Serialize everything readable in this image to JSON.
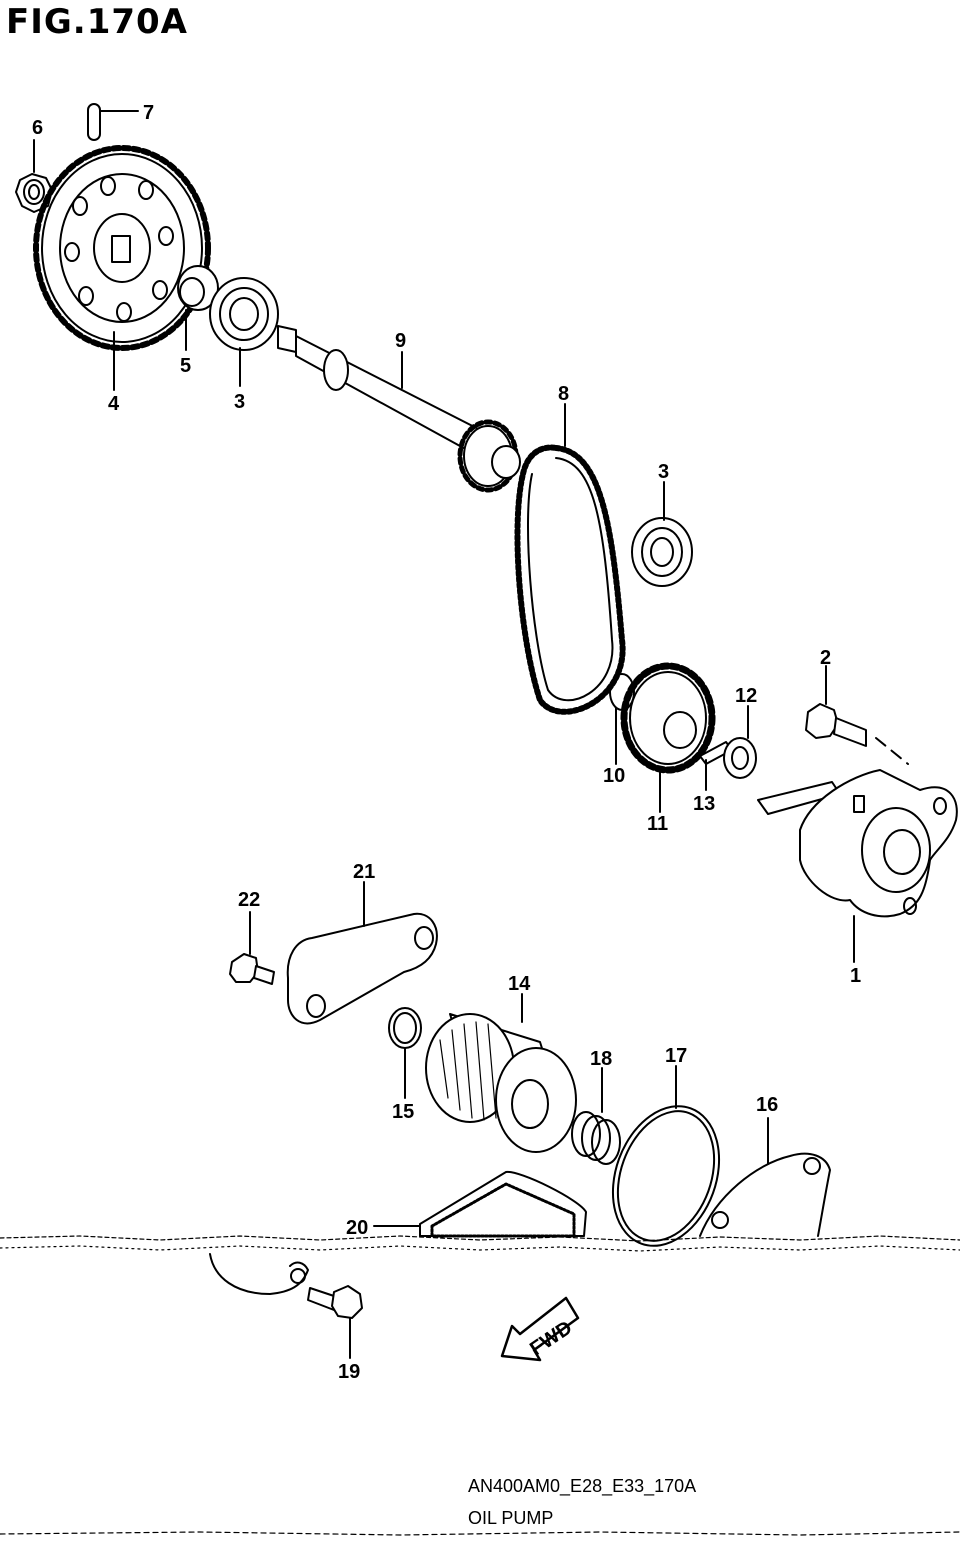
{
  "figure": {
    "title": "FIG.170A",
    "code": "AN400AM0_E28_E33_170A",
    "name": "OIL PUMP",
    "fwd_label": "FWD"
  },
  "callouts": {
    "c1": "1",
    "c2": "2",
    "c3a": "3",
    "c3b": "3",
    "c4": "4",
    "c5": "5",
    "c6": "6",
    "c7": "7",
    "c8": "8",
    "c9": "9",
    "c10": "10",
    "c11": "11",
    "c12": "12",
    "c13": "13",
    "c14": "14",
    "c15": "15",
    "c16": "16",
    "c17": "17",
    "c18": "18",
    "c19": "19",
    "c20": "20",
    "c21": "21",
    "c22": "22"
  }
}
